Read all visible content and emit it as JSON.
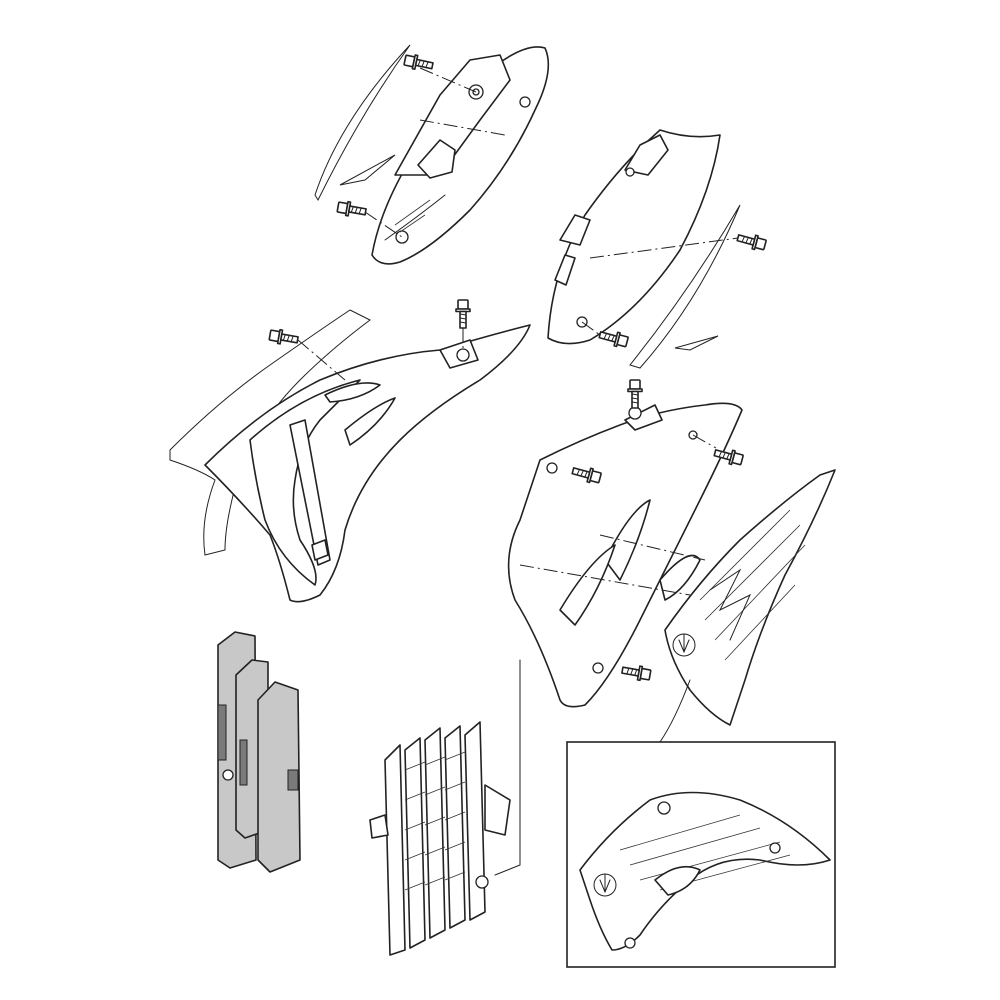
{
  "diagram": {
    "parts": [
      {
        "name": "number-plate-left"
      },
      {
        "name": "number-plate-right"
      },
      {
        "name": "radiator-shroud-left"
      },
      {
        "name": "radiator-shroud-right"
      },
      {
        "name": "shroud-graphic-decal"
      },
      {
        "name": "radiator-guard"
      },
      {
        "name": "radiator-brace-set"
      },
      {
        "name": "detail-inset-decal-applied"
      }
    ],
    "colors": {
      "line": "#222222",
      "fill": "#ffffff",
      "shaded": "#c8c8c8",
      "dark": "#7a7a7a"
    },
    "icons": [
      "bolt-icon",
      "tuning-fork-emblem-icon"
    ]
  }
}
